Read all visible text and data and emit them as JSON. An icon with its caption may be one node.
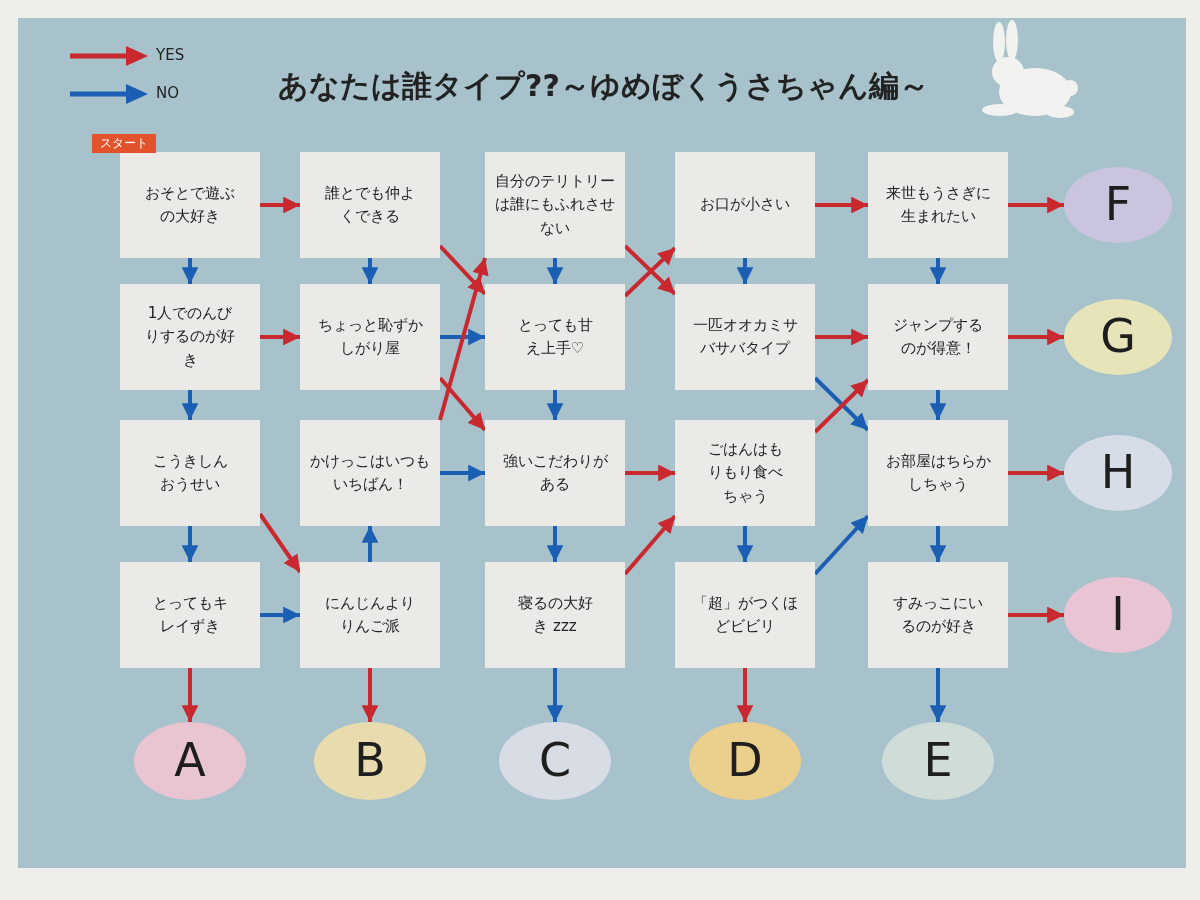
{
  "diagram": {
    "title": "あなたは誰タイプ??～ゆめぼくうさちゃん編～",
    "nodes": [
      {
        "text": [
          "おそとで遊ぶの大好き"
        ],
        "beside": [
          "スタート"
        ]
      },
      {
        "text": [
          "1人でのんびりするのが好き"
        ]
      },
      {
        "text": [
          "こうきしんおうせい"
        ]
      },
      {
        "text": [
          "とってもキレイずき"
        ]
      },
      {
        "text": [
          "誰とでも仲よくできる"
        ]
      },
      {
        "text": [
          "ちょっと恥ずかしがり屋"
        ]
      },
      {
        "text": [
          "かけっこはいつもいちばん！"
        ]
      },
      {
        "text": [
          "にんじんよりりんご派"
        ]
      },
      {
        "text": [
          "自分のテリトリーは誰にもふれさせない"
        ]
      },
      {
        "text": [
          "とっても甘え上手♡"
        ]
      },
      {
        "text": [
          "強いこだわりがある"
        ]
      },
      {
        "text": [
          "寝るの大好き zzz"
        ]
      },
      {
        "text": [
          "お口が小さい"
        ]
      },
      {
        "text": [
          "一匹オオカミサバサバタイプ"
        ]
      },
      {
        "text": [
          "ごはんはもりもり食べちゃう"
        ]
      },
      {
        "text": [
          "「超」がつくほどビビリ"
        ]
      },
      {
        "text": [
          "来世もうさぎに生まれたい"
        ]
      },
      {
        "text": [
          "ジャンプするのが得意！"
        ]
      },
      {
        "text": [
          "お部屋はちらかしちゃう"
        ]
      },
      {
        "text": [
          "すみっこにいるのが好き"
        ]
      },
      {
        "text": [
          "A"
        ]
      },
      {
        "text": [
          "B"
        ]
      },
      {
        "text": [
          "C"
        ]
      },
      {
        "text": [
          "D"
        ]
      },
      {
        "text": [
          "E"
        ]
      },
      {
        "text": [
          "F"
        ]
      },
      {
        "text": [
          "G"
        ]
      },
      {
        "text": [
          "H"
        ]
      },
      {
        "text": [
          "I"
        ]
      }
    ],
    "edges": [
      {
        "from": 0,
        "to": 4,
        "arrow": "to",
        "color": "#c8282e"
      },
      {
        "from": 0,
        "to": 1,
        "arrow": "to",
        "color": "#1b5fb5"
      },
      {
        "from": 4,
        "to": 5,
        "arrow": "to",
        "color": "#1b5fb5"
      },
      {
        "from": 4,
        "to": 9,
        "arrow": "to",
        "color": "#c8282e"
      },
      {
        "from": 1,
        "to": 5,
        "arrow": "to",
        "color": "#c8282e"
      },
      {
        "from": 1,
        "to": 2,
        "arrow": "to",
        "color": "#1b5fb5"
      },
      {
        "from": 5,
        "to": 9,
        "arrow": "to",
        "color": "#1b5fb5"
      },
      {
        "from": 5,
        "to": 10,
        "arrow": "to",
        "color": "#c8282e"
      },
      {
        "from": 6,
        "to": 8,
        "arrow": "to",
        "color": "#c8282e"
      },
      {
        "from": 2,
        "to": 7,
        "arrow": "to",
        "color": "#c8282e"
      },
      {
        "from": 2,
        "to": 3,
        "arrow": "to",
        "color": "#1b5fb5"
      },
      {
        "from": 6,
        "to": 10,
        "arrow": "to",
        "color": "#1b5fb5"
      },
      {
        "from": 7,
        "to": 6,
        "arrow": "to",
        "color": "#1b5fb5"
      },
      {
        "from": 3,
        "to": 7,
        "arrow": "to",
        "color": "#1b5fb5"
      },
      {
        "from": 3,
        "to": 20,
        "arrow": "to",
        "color": "#c8282e"
      },
      {
        "from": 7,
        "to": 21,
        "arrow": "to",
        "color": "#c8282e"
      },
      {
        "from": 8,
        "to": 9,
        "arrow": "to",
        "color": "#1b5fb5"
      },
      {
        "from": 8,
        "to": 13,
        "arrow": "to",
        "color": "#c8282e"
      },
      {
        "from": 9,
        "to": 12,
        "arrow": "to",
        "color": "#c8282e"
      },
      {
        "from": 9,
        "to": 10,
        "arrow": "to",
        "color": "#1b5fb5"
      },
      {
        "from": 10,
        "to": 14,
        "arrow": "to",
        "color": "#c8282e"
      },
      {
        "from": 10,
        "to": 11,
        "arrow": "to",
        "color": "#1b5fb5"
      },
      {
        "from": 11,
        "to": 14,
        "arrow": "to",
        "color": "#c8282e"
      },
      {
        "from": 11,
        "to": 22,
        "arrow": "to",
        "color": "#1b5fb5"
      },
      {
        "from": 12,
        "to": 16,
        "arrow": "to",
        "color": "#c8282e"
      },
      {
        "from": 12,
        "to": 13,
        "arrow": "to",
        "color": "#1b5fb5"
      },
      {
        "from": 13,
        "to": 17,
        "arrow": "to",
        "color": "#c8282e"
      },
      {
        "from": 13,
        "to": 18,
        "arrow": "to",
        "color": "#1b5fb5"
      },
      {
        "from": 14,
        "to": 17,
        "arrow": "to",
        "color": "#c8282e"
      },
      {
        "from": 14,
        "to": 15,
        "arrow": "to",
        "color": "#1b5fb5"
      },
      {
        "from": 15,
        "to": 18,
        "arrow": "to",
        "color": "#1b5fb5"
      },
      {
        "from": 15,
        "to": 23,
        "arrow": "to",
        "color": "#c8282e"
      },
      {
        "from": 16,
        "to": 25,
        "arrow": "to",
        "color": "#c8282e"
      },
      {
        "from": 16,
        "to": 17,
        "arrow": "to",
        "color": "#1b5fb5"
      },
      {
        "from": 17,
        "to": 26,
        "arrow": "to",
        "color": "#c8282e"
      },
      {
        "from": 17,
        "to": 18,
        "arrow": "to",
        "color": "#1b5fb5"
      },
      {
        "from": 18,
        "to": 27,
        "arrow": "to",
        "color": "#c8282e"
      },
      {
        "from": 18,
        "to": 19,
        "arrow": "to",
        "color": "#1b5fb5"
      },
      {
        "from": 19,
        "to": 28,
        "arrow": "to",
        "color": "#c8282e"
      },
      {
        "from": 19,
        "to": 24,
        "arrow": "to",
        "color": "#1b5fb5"
      }
    ],
    "legend": [
      {
        "text": "YES",
        "color": "#c8282e"
      },
      {
        "text": "NO",
        "color": "#1b5fb5"
      }
    ]
  }
}
